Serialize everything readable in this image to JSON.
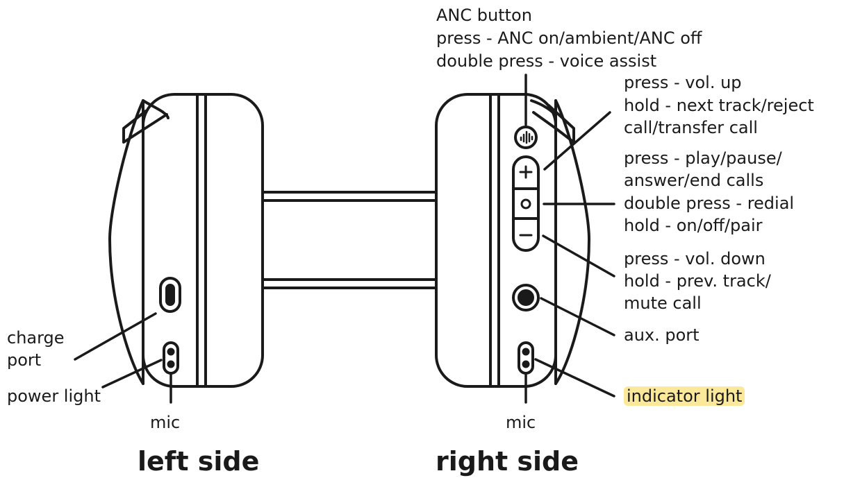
{
  "anc": {
    "title": "ANC button",
    "press": "press - ANC on/ambient/ANC off",
    "double": "double press - voice assist"
  },
  "vol_up": {
    "line1": "press - vol. up",
    "line2": "hold - next track/reject",
    "line3": "call/transfer call"
  },
  "center": {
    "line1": "press - play/pause/",
    "line2": "answer/end calls",
    "line3": "double press - redial",
    "line4": "hold - on/off/pair"
  },
  "vol_down": {
    "line1": "press - vol. down",
    "line2": "hold - prev. track/",
    "line3": "mute call"
  },
  "aux": "aux. port",
  "indicator": "indicator light",
  "left_labels": {
    "charge1": "charge",
    "charge2": "port",
    "power": "power light",
    "mic": "mic"
  },
  "right_mic": "mic",
  "titles": {
    "left": "left side",
    "right": "right side"
  },
  "button_symbols": {
    "plus": "+",
    "center": "○",
    "minus": "−"
  },
  "colors": {
    "line": "#1a1a1a",
    "highlight": "#fbe89a"
  }
}
